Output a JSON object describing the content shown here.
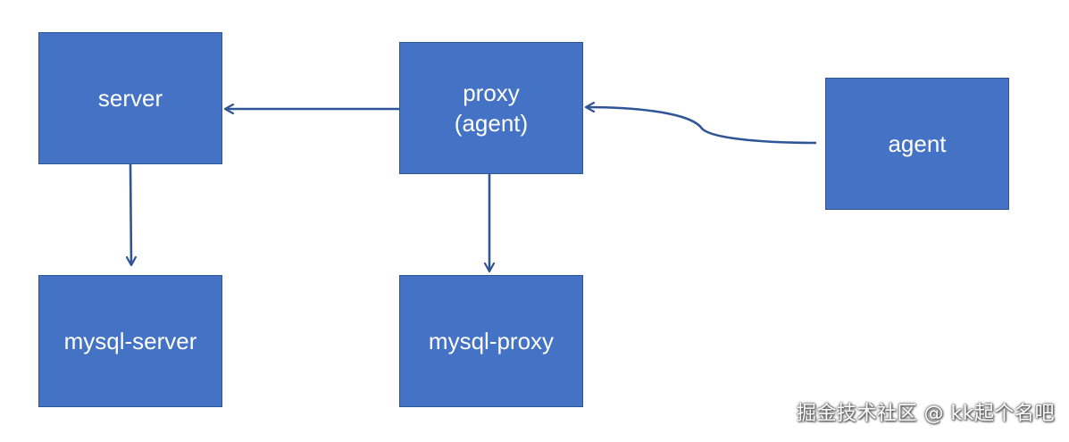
{
  "nodes": {
    "server": {
      "label": "server"
    },
    "proxy": {
      "line1": "proxy",
      "line2": "(agent)"
    },
    "agent": {
      "label": "agent"
    },
    "mysql_server": {
      "label": "mysql-server"
    },
    "mysql_proxy": {
      "label": "mysql-proxy"
    }
  },
  "edges": [
    {
      "from": "proxy",
      "to": "server"
    },
    {
      "from": "agent",
      "to": "proxy"
    },
    {
      "from": "server",
      "to": "mysql-server"
    },
    {
      "from": "proxy",
      "to": "mysql-proxy"
    }
  ],
  "colors": {
    "node_fill": "#4472c4",
    "node_border": "#2f5597",
    "edge": "#2f5597",
    "label_text": "#ffffff"
  },
  "watermark": "掘金技术社区 @ kk起个名吧"
}
